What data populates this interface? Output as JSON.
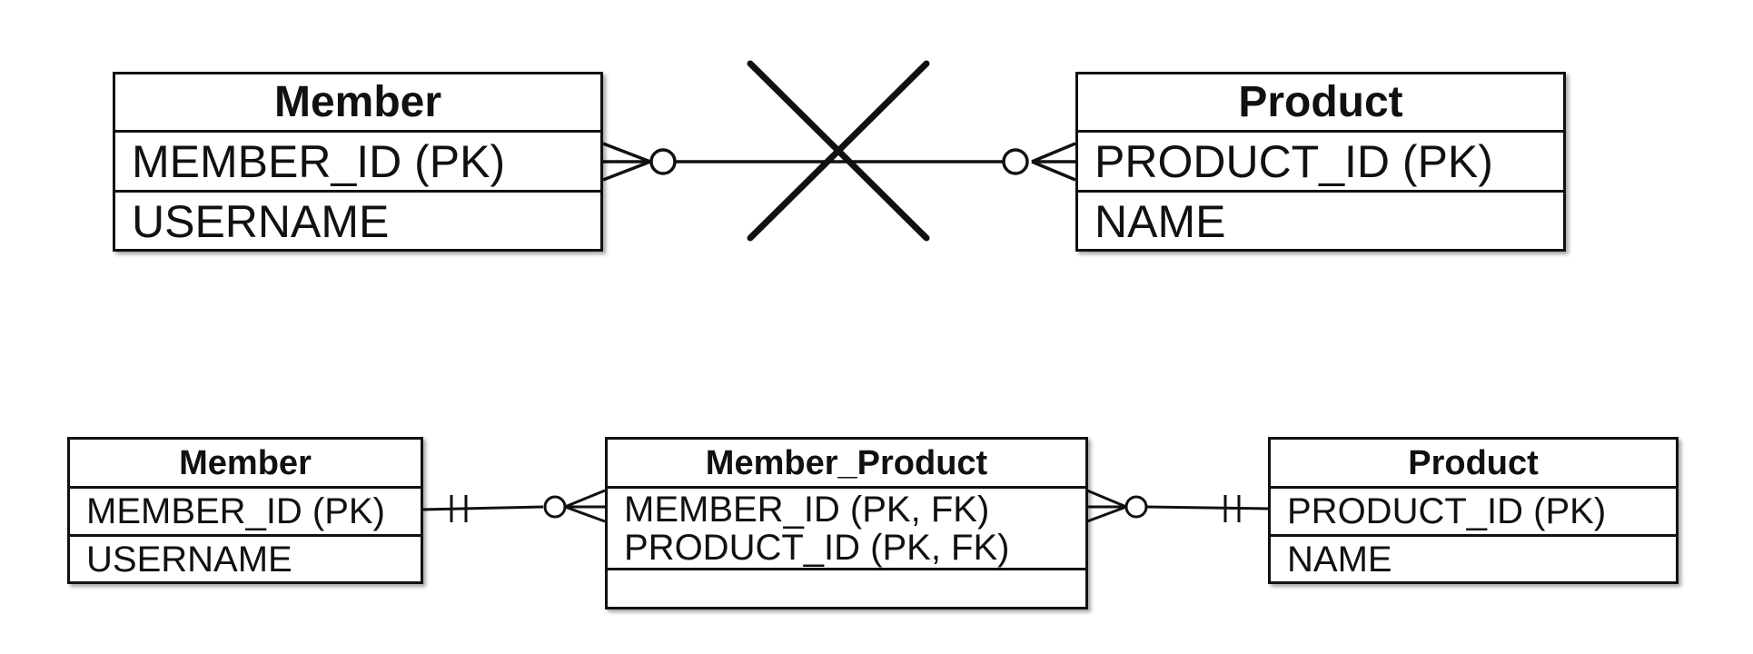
{
  "top": {
    "member": {
      "title": "Member",
      "fields": [
        "MEMBER_ID (PK)",
        "USERNAME"
      ]
    },
    "product": {
      "title": "Product",
      "fields": [
        "PRODUCT_ID (PK)",
        "NAME"
      ]
    }
  },
  "bottom": {
    "member": {
      "title": "Member",
      "fields": [
        "MEMBER_ID (PK)",
        "USERNAME"
      ]
    },
    "member_product": {
      "title": "Member_Product",
      "fields": [
        "MEMBER_ID (PK, FK)",
        "PRODUCT_ID (PK, FK)"
      ]
    },
    "product": {
      "title": "Product",
      "fields": [
        "PRODUCT_ID (PK)",
        "NAME"
      ]
    }
  }
}
